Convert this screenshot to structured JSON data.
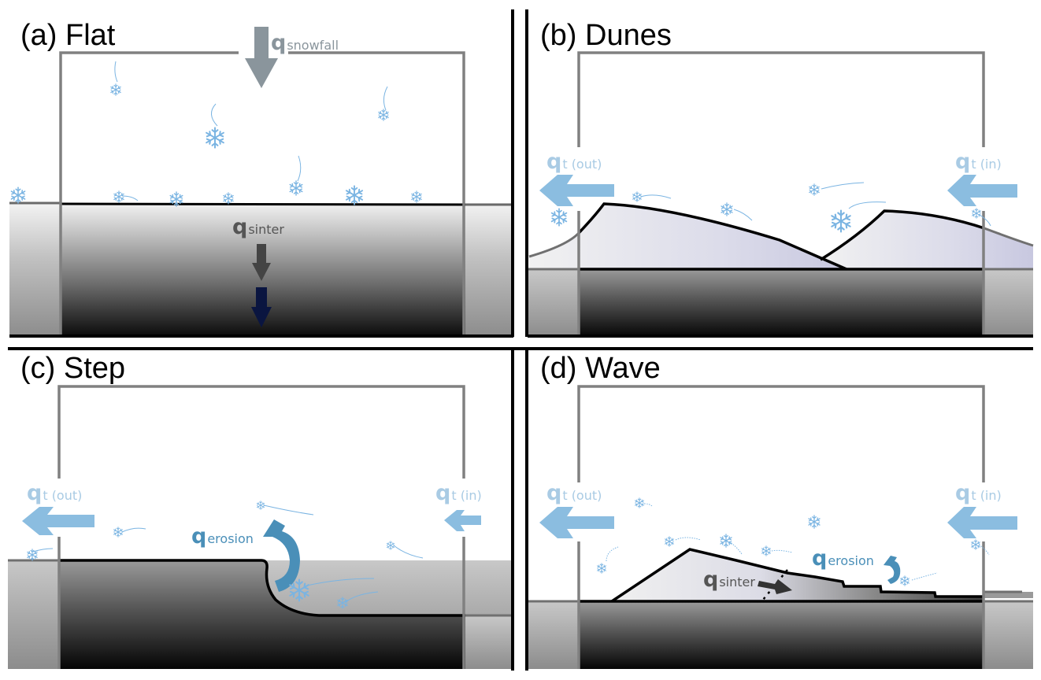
{
  "figure": {
    "panels": [
      {
        "id": "a",
        "title": "(a) Flat",
        "labels": {
          "snowfall": {
            "q": "q",
            "sub": "snowfall"
          },
          "sinter": {
            "q": "q",
            "sub": "sinter"
          }
        }
      },
      {
        "id": "b",
        "title": "(b) Dunes",
        "labels": {
          "t_out": {
            "q": "q",
            "sub": "t (out)"
          },
          "t_in": {
            "q": "q",
            "sub": "t (in)"
          }
        }
      },
      {
        "id": "c",
        "title": "(c) Step",
        "labels": {
          "t_out": {
            "q": "q",
            "sub": "t (out)"
          },
          "t_in": {
            "q": "q",
            "sub": "t (in)"
          },
          "erosion": {
            "q": "q",
            "sub": "erosion"
          }
        }
      },
      {
        "id": "d",
        "title": "(d) Wave",
        "labels": {
          "t_out": {
            "q": "q",
            "sub": "t (out)"
          },
          "t_in": {
            "q": "q",
            "sub": "t (in)"
          },
          "erosion": {
            "q": "q",
            "sub": "erosion"
          },
          "sinter": {
            "q": "q",
            "sub": "sinter"
          }
        }
      }
    ],
    "icons": {
      "snowflake": "snowflake-icon",
      "flux_arrow": "arrow-icon",
      "erosion_arrow": "curved-arrow-icon"
    },
    "colors": {
      "snowfall_arrow": "#8a959c",
      "transport_arrow": "#8bbde0",
      "transport_label": "#a9cbe4",
      "erosion": "#4a8fb8",
      "sinter_label": "#555555",
      "sinter_arrow_upper": "#444444",
      "sinter_arrow_lower": "#0a1540",
      "snowflake": "#7ab4e2",
      "domain_box": "#808080",
      "surface_line": "#000000"
    }
  }
}
